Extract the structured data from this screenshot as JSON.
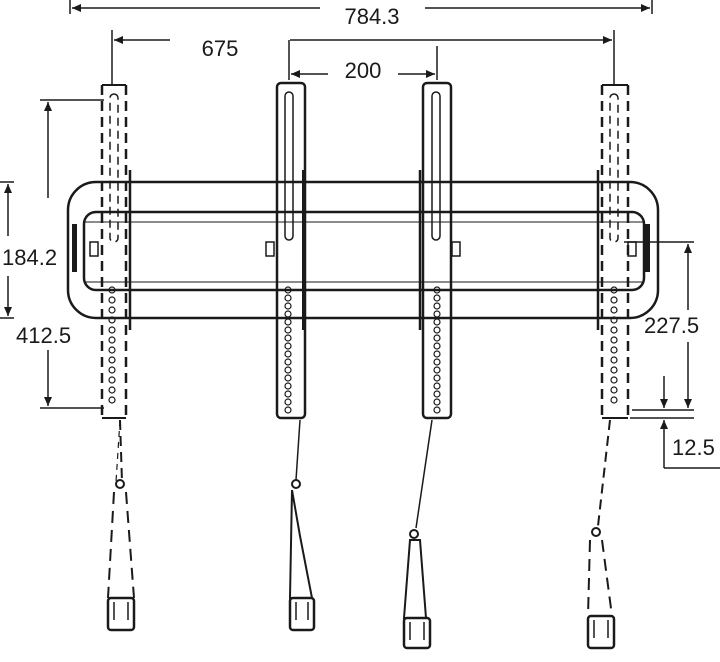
{
  "dimensions": {
    "overall_width": "784.3",
    "max_vesa_width": "675",
    "min_vesa_width": "200",
    "rail_height": "184.2",
    "bracket_height": "412.5",
    "plate_offset": "227.5",
    "bottom_offset": "12.5"
  },
  "colors": {
    "line": "#1a1a1a",
    "background": "#ffffff"
  }
}
